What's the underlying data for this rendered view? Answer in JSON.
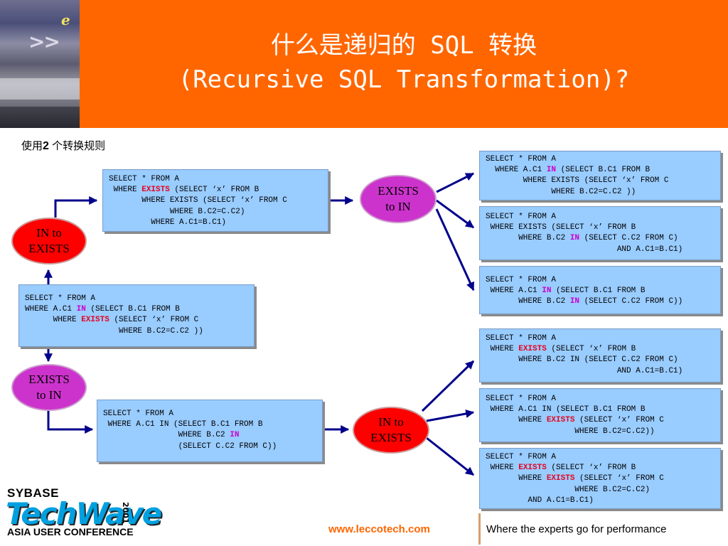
{
  "title": {
    "line1": "什么是递归的 SQL 转换",
    "line2": "(Recursive SQL Transformation)?"
  },
  "subtitle": {
    "prefix": "使用",
    "number": "2",
    "suffix": " 个转换规则"
  },
  "ovals": {
    "in_to_exists_top": "IN to EXISTS",
    "exists_to_in_bottom": "EXISTS to IN",
    "exists_to_in_top": "EXISTS to IN",
    "in_to_exists_bottom": "IN to EXISTS"
  },
  "boxes": {
    "source": [
      [
        "SELECT * FROM A"
      ],
      [
        "WHERE A.C1 ",
        {
          "kw": "IN",
          "c": "mag"
        },
        " (SELECT B.C1 FROM B"
      ],
      [
        "      WHERE ",
        {
          "kw": "EXISTS",
          "c": "red"
        },
        " (SELECT ‘x’ FROM C"
      ],
      [
        "                    WHERE B.C2=C.C2 ))"
      ]
    ],
    "upper_mid": [
      [
        "SELECT * FROM A"
      ],
      [
        " WHERE ",
        {
          "kw": "EXISTS",
          "c": "red"
        },
        " (SELECT ‘x’ FROM B"
      ],
      [
        "       WHERE EXISTS (SELECT ‘x’ FROM C"
      ],
      [
        "             WHERE B.C2=C.C2)"
      ],
      [
        "         WHERE A.C1=B.C1)"
      ]
    ],
    "lower_mid": [
      [
        "SELECT * FROM A"
      ],
      [
        " WHERE A.C1 IN (SELECT B.C1 FROM B"
      ],
      [
        "                WHERE B.C2 ",
        {
          "kw": "IN",
          "c": "mag"
        }
      ],
      [
        "                (SELECT C.C2 FROM C))"
      ]
    ],
    "r1": [
      [
        "SELECT * FROM A"
      ],
      [
        "  WHERE A.C1 ",
        {
          "kw": "IN",
          "c": "mag"
        },
        " (SELECT B.C1 FROM B"
      ],
      [
        "        WHERE EXISTS (SELECT ‘x’ FROM C"
      ],
      [
        "              WHERE B.C2=C.C2 ))"
      ]
    ],
    "r2": [
      [
        "SELECT * FROM A"
      ],
      [
        " WHERE EXISTS (SELECT ‘x’ FROM B"
      ],
      [
        "       WHERE B.C2 ",
        {
          "kw": "IN",
          "c": "mag"
        },
        " (SELECT C.C2 FROM C)"
      ],
      [
        "                            AND A.C1=B.C1)"
      ]
    ],
    "r3": [
      [
        "SELECT * FROM A"
      ],
      [
        " WHERE A.C1 ",
        {
          "kw": "IN",
          "c": "mag"
        },
        " (SELECT B.C1 FROM B"
      ],
      [
        "       WHERE B.C2 ",
        {
          "kw": "IN",
          "c": "mag"
        },
        " (SELECT C.C2 FROM C))"
      ]
    ],
    "r4": [
      [
        "SELECT * FROM A"
      ],
      [
        " WHERE ",
        {
          "kw": "EXISTS",
          "c": "red"
        },
        " (SELECT ‘x’ FROM B"
      ],
      [
        "       WHERE B.C2 IN (SELECT C.C2 FROM C)"
      ],
      [
        "                            AND A.C1=B.C1)"
      ]
    ],
    "r5": [
      [
        "SELECT * FROM A"
      ],
      [
        " WHERE A.C1 IN (SELECT B.C1 FROM B"
      ],
      [
        "       WHERE ",
        {
          "kw": "EXISTS",
          "c": "red"
        },
        " (SELECT ‘x’ FROM C"
      ],
      [
        "                   WHERE B.C2=C.C2))"
      ]
    ],
    "r6": [
      [
        "SELECT * FROM A"
      ],
      [
        " WHERE ",
        {
          "kw": "EXISTS",
          "c": "red"
        },
        " (SELECT ‘x’ FROM B"
      ],
      [
        "       WHERE ",
        {
          "kw": "EXISTS",
          "c": "red"
        },
        " (SELECT ‘x’ FROM C"
      ],
      [
        "                   WHERE B.C2=C.C2)"
      ],
      [
        "         AND A.C1=B.C1)"
      ]
    ]
  },
  "footer": {
    "logo_line1": "SYBASE",
    "logo_line2": "TechWave",
    "logo_year": "2001",
    "logo_line3": "ASIA USER CONFERENCE",
    "url": "www.leccotech.com",
    "tagline": "Where the experts go for performance"
  },
  "colors": {
    "header_orange": "#ff6600",
    "box_fill": "#99ccff",
    "oval_red": "#ff0000",
    "oval_purple": "#cc33cc",
    "arrow_blue": "#00008b",
    "keyword_red": "#e8001c",
    "keyword_magenta": "#cc00cc"
  }
}
